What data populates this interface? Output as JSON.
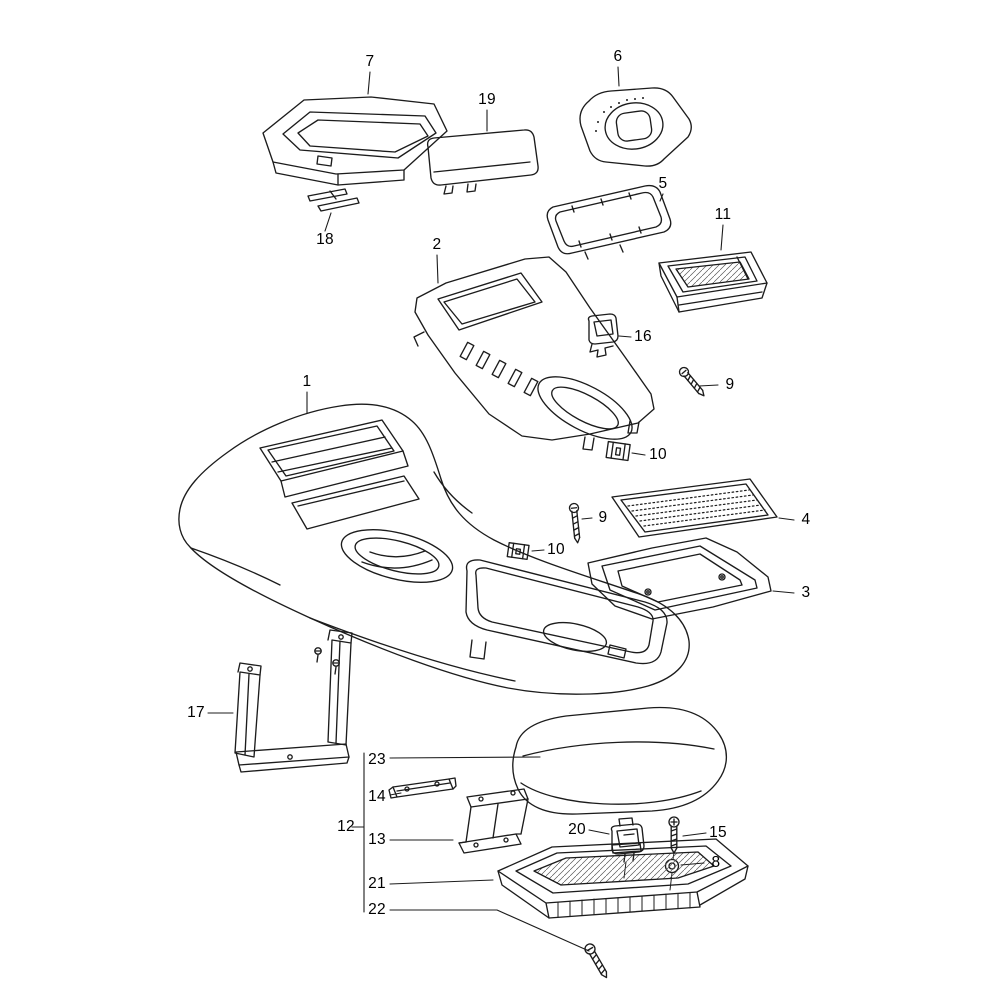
{
  "diagram": {
    "type": "exploded-parts-diagram",
    "background_color": "#ffffff",
    "line_color": "#1c1c1c",
    "labels": [
      {
        "text": "7"
      },
      {
        "text": "19"
      },
      {
        "text": "6"
      },
      {
        "text": "18"
      },
      {
        "text": "2"
      },
      {
        "text": "5"
      },
      {
        "text": "11"
      },
      {
        "text": "16"
      },
      {
        "text": "1"
      },
      {
        "text": "9"
      },
      {
        "text": "10"
      },
      {
        "text": "4"
      },
      {
        "text": "9"
      },
      {
        "text": "10"
      },
      {
        "text": "3"
      },
      {
        "text": "17"
      },
      {
        "text": "23"
      },
      {
        "text": "14"
      },
      {
        "text": "12"
      },
      {
        "text": "13"
      },
      {
        "text": "20"
      },
      {
        "text": "15"
      },
      {
        "text": "8"
      },
      {
        "text": "21"
      },
      {
        "text": "22"
      }
    ]
  }
}
